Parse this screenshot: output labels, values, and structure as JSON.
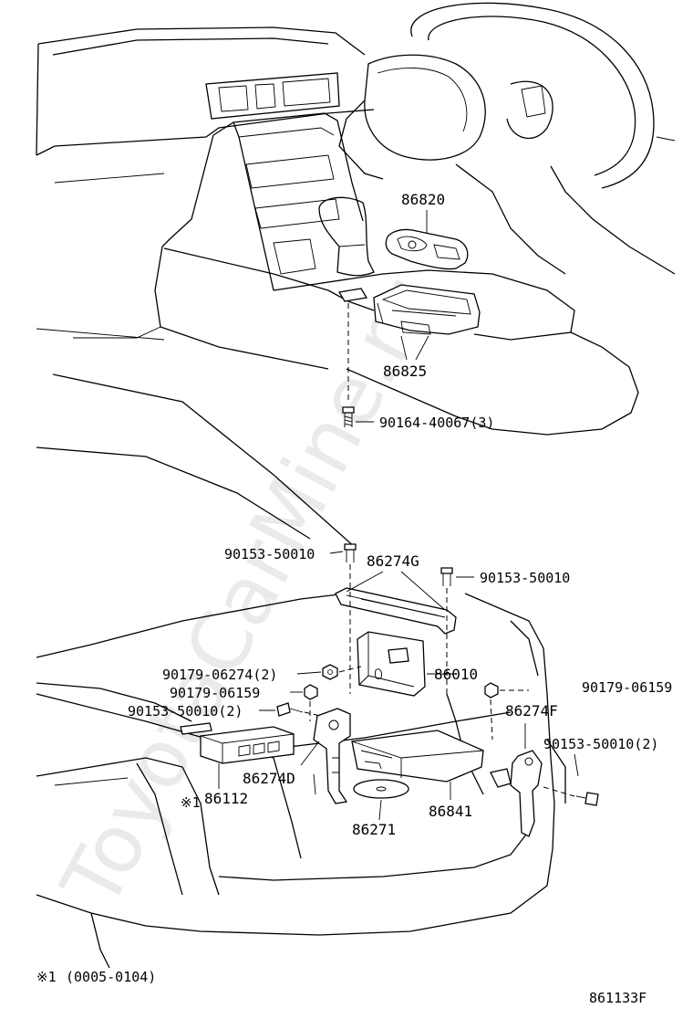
{
  "diagram": {
    "watermark": "ToyotaCarMine.ru",
    "parts": {
      "p86820": "86820",
      "p86825": "86825",
      "p90164": "90164-40067(3)",
      "p90153_a": "90153-50010",
      "p86274G": "86274G",
      "p90153_b": "90153-50010",
      "p90179_06274": "90179-06274(2)",
      "p86010": "86010",
      "p90179_a": "90179-06159",
      "p90179_b": "90179-06159",
      "p90153_2a": "90153-50010(2)",
      "p86274F": "86274F",
      "p90153_2b": "90153-50010(2)",
      "p86274D": "86274D",
      "p86112": "86112",
      "p86112_mark": "※1",
      "p86841": "86841",
      "p86271": "86271"
    },
    "footnote": {
      "mark": "※1",
      "range": "(0005-0104)"
    },
    "figure_id": "861133F"
  }
}
